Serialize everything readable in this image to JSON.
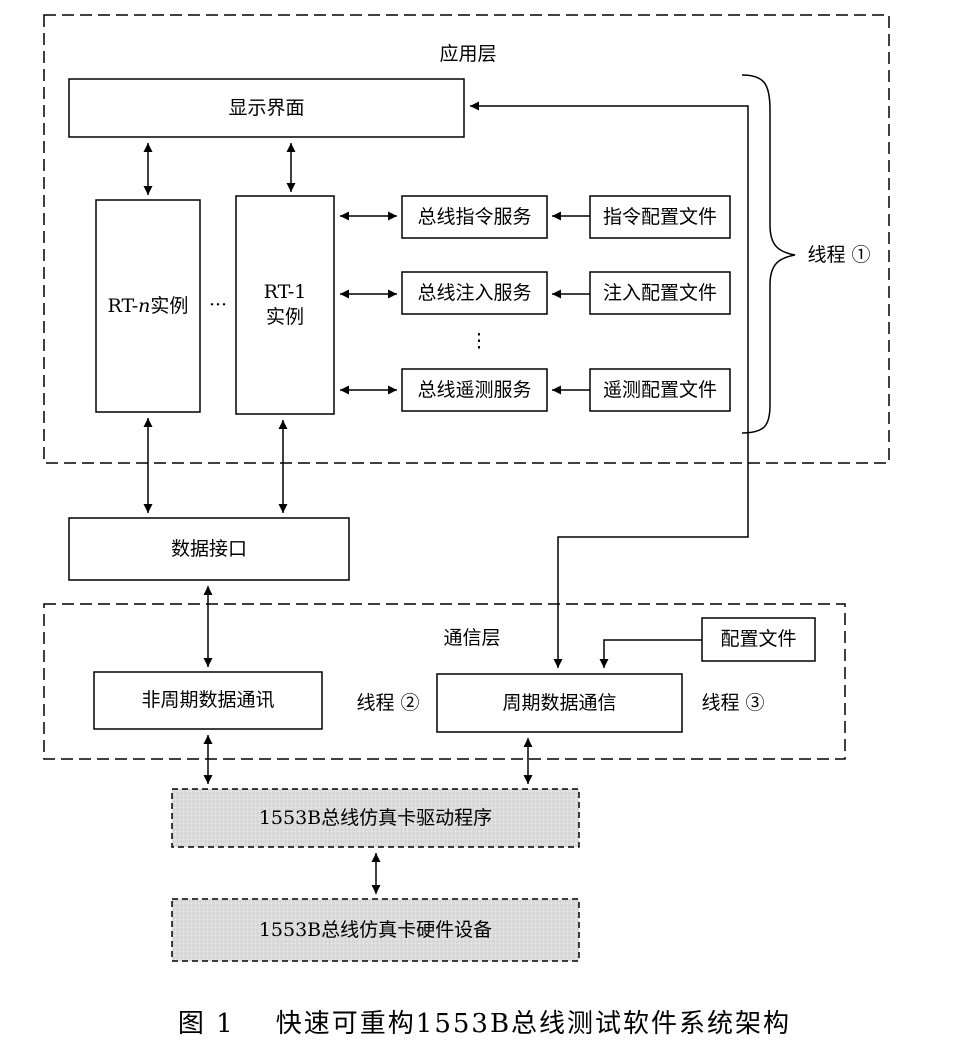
{
  "diagram": {
    "application_layer": "应用层",
    "display_ui": "显示界面",
    "rt_n": {
      "prefix": "RT-",
      "n": "n",
      "suffix": "实例"
    },
    "ellipsis_h": "···",
    "rt_1": {
      "line1": "RT-1",
      "line2": "实例"
    },
    "services": [
      {
        "service": "总线指令服务",
        "config": "指令配置文件"
      },
      {
        "service": "总线注入服务",
        "config": "注入配置文件"
      },
      {
        "service": "总线遥测服务",
        "config": "遥测配置文件"
      }
    ],
    "ellipsis_v": "⋮",
    "thread_1": "线程 ①",
    "data_interface": "数据接口",
    "comm_layer": "通信层",
    "aperiodic_comm": "非周期数据通讯",
    "thread_2": "线程 ②",
    "periodic_comm": "周期数据通信",
    "thread_3": "线程 ③",
    "config_file": "配置文件",
    "driver": "1553B总线仿真卡驱动程序",
    "hardware": "1553B总线仿真卡硬件设备"
  },
  "caption": "图 1    快速可重构1553B总线测试软件系统架构",
  "colors": {
    "line": "#000000",
    "gray_fill": "#d8d8d8",
    "background": "#ffffff"
  }
}
